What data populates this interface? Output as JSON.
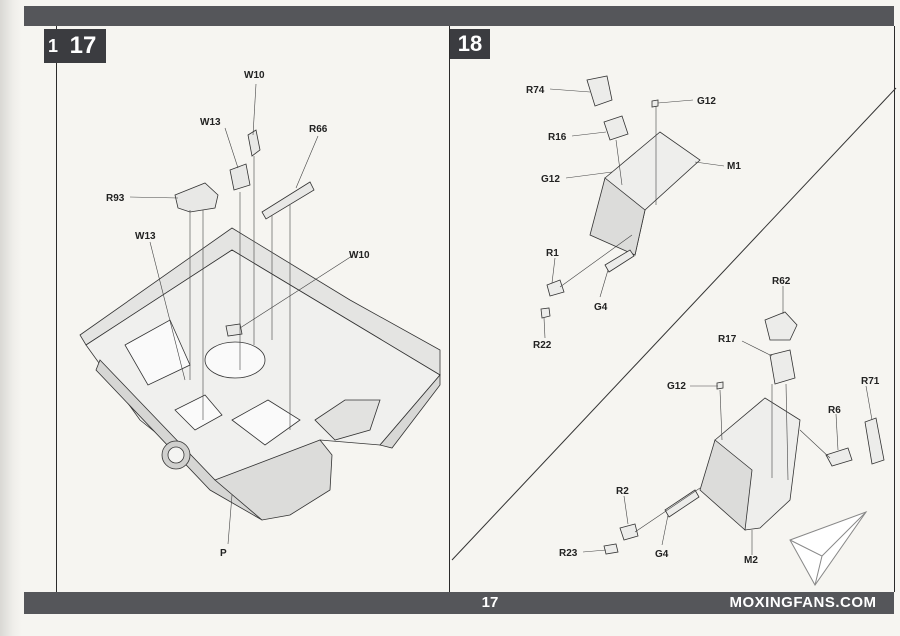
{
  "steps": {
    "previous_partial": "1",
    "left": "17",
    "right": "18"
  },
  "footer": {
    "page_number": "17",
    "watermark": "MOXINGFANS.COM"
  },
  "step17_labels": {
    "w10_top": "W10",
    "w13_top": "W13",
    "r66": "R66",
    "r93": "R93",
    "w13_left": "W13",
    "w10_right": "W10",
    "p": "P"
  },
  "step18_labels": {
    "r74": "R74",
    "g12_top": "G12",
    "r16": "R16",
    "g12_mid": "G12",
    "m1": "M1",
    "r1": "R1",
    "g4_top": "G4",
    "r22": "R22",
    "r62": "R62",
    "r17": "R17",
    "g12_low": "G12",
    "r71": "R71",
    "r6": "R6",
    "r2": "R2",
    "r23": "R23",
    "g4_low": "G4",
    "m2": "M2"
  }
}
